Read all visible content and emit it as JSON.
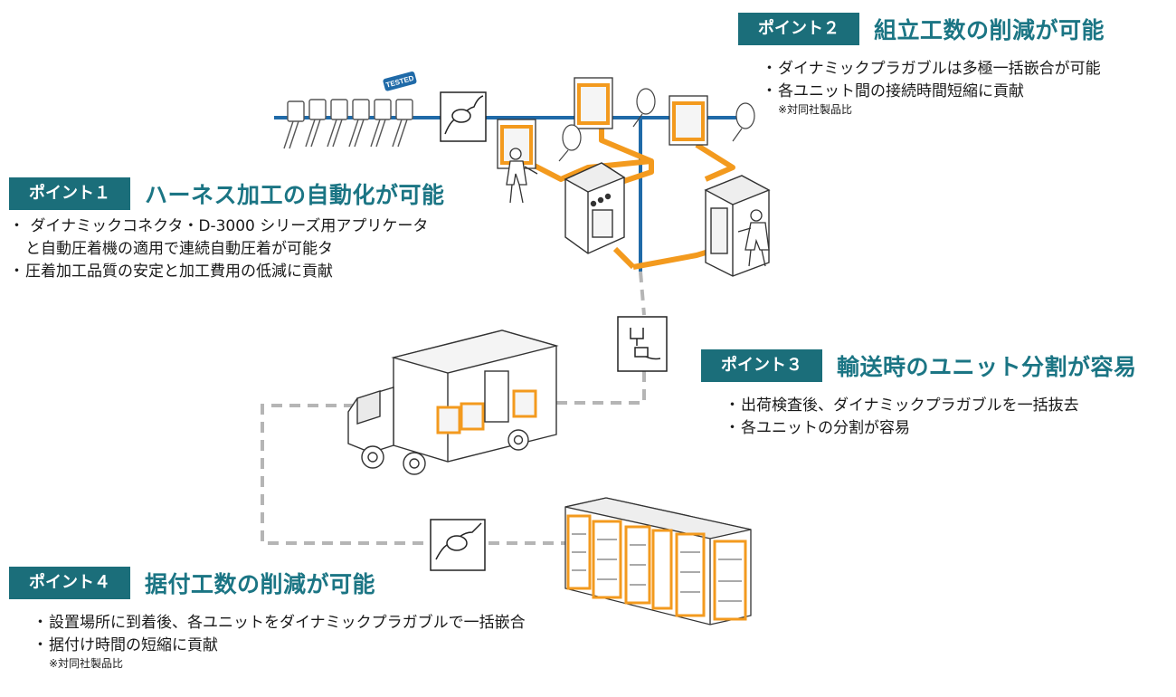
{
  "points": [
    {
      "badge": "ポイント１",
      "title": "ハーネス加工の自動化が可能",
      "bullets": [
        "ダイナミックコネクタ・D-3000 シリーズ用アプリケータ",
        "と自動圧着機の適用で連続自動圧着が可能タ",
        "圧着加工品質の安定と加工費用の低減に貢献"
      ]
    },
    {
      "badge": "ポイント２",
      "title": "組立工数の削減が可能",
      "bullets": [
        "ダイナミックプラガブルは多極一括嵌合が可能",
        "各ユニット間の接続時間短縮に貢献"
      ],
      "note": "※対同社製品比"
    },
    {
      "badge": "ポイント３",
      "title": "輸送時のユニット分割が容易",
      "bullets": [
        "出荷検査後、ダイナミックプラガブルを一括抜去",
        "各ユニットの分割が容易"
      ]
    },
    {
      "badge": "ポイント４",
      "title": "据付工数の削減が可能",
      "bullets": [
        "設置場所に到着後、各ユニットをダイナミックプラガブルで一括嵌合",
        "据付け時間の短縮に貢献"
      ],
      "note": "※対同社製品比"
    }
  ],
  "tested_tag": "TESTED",
  "colors": {
    "teal": "#1b6e7a",
    "title": "#1b7584",
    "blue": "#1f6aa8",
    "orange": "#f39a1e",
    "dash": "#b5b5b5"
  }
}
